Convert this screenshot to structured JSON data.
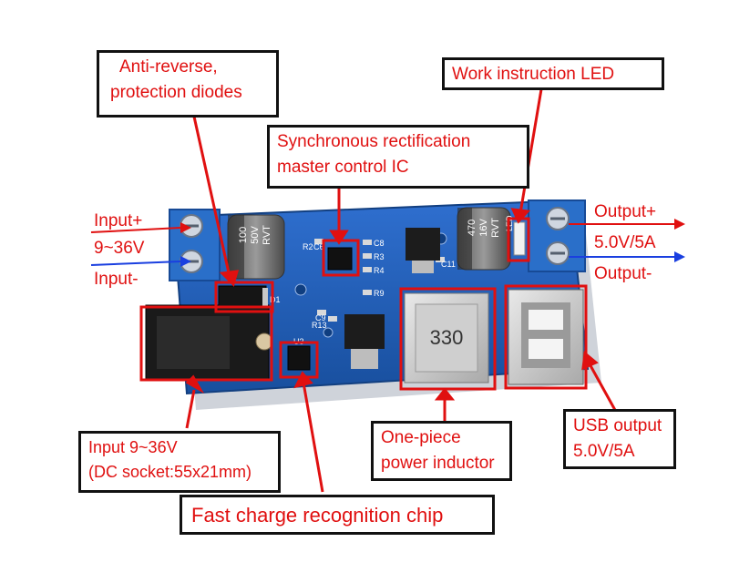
{
  "callouts": {
    "anti_reverse_line1": "Anti-reverse,",
    "anti_reverse_line2": "protection diodes",
    "sync_line1": "Synchronous rectification",
    "sync_line2": "master control IC",
    "work_led": "Work instruction LED",
    "input_line1": "Input 9~36V",
    "input_line2": "(DC socket:55x21mm)",
    "inductor_line1": "One-piece",
    "inductor_line2": "power inductor",
    "usb_line1": "USB output",
    "usb_line2": "5.0V/5A",
    "fast_charge": "Fast charge recognition chip"
  },
  "side_labels": {
    "input_plus": "Input+",
    "input_range": "9~36V",
    "input_minus": "Input-",
    "output_plus": "Output+",
    "output_rating": "5.0V/5A",
    "output_minus": "Output-"
  },
  "board_marks": {
    "cap_left": [
      "100",
      "50V",
      "RVT"
    ],
    "cap_right": [
      "470",
      "16V",
      "RVT"
    ],
    "inductor_code": "330",
    "r2": "R2",
    "c6": "C6",
    "c8": "C8",
    "r3": "R3",
    "r4": "R4",
    "r9": "R9",
    "c9": "C9",
    "r13": "R13",
    "c11": "C11",
    "u3": "U3",
    "d1": "D1",
    "led_ref": "LED"
  },
  "colors": {
    "pcb_blue": "#1e5cb8",
    "annotation_red": "#e01010",
    "terminal_blue": "#2a6fc9",
    "arrow_blue": "#1a3fe0"
  }
}
